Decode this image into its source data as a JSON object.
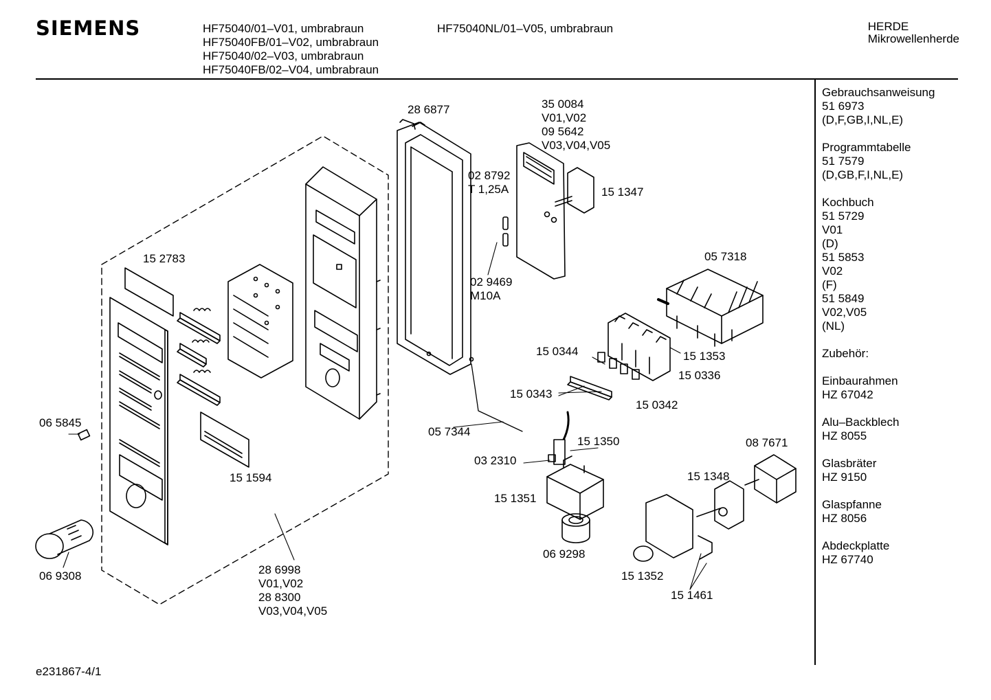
{
  "header": {
    "brand": "SIEMENS",
    "models_col1": [
      "HF75040/01–V01, umbrabraun",
      "HF75040FB/01–V02, umbrabraun",
      "HF75040/02–V03, umbrabraun",
      "HF75040FB/02–V04, umbrabraun"
    ],
    "models_col2": [
      "HF75040NL/01–V05, umbrabraun"
    ],
    "category": [
      "HERDE",
      "Mikrowellenherde"
    ]
  },
  "sidebar": [
    [
      "Gebrauchsanweisung",
      "51 6973",
      "(D,F,GB,I,NL,E)"
    ],
    [
      "Programmtabelle",
      "51 7579",
      "(D,GB,F,I,NL,E)"
    ],
    [
      "Kochbuch",
      "51 5729",
      "V01",
      "(D)",
      "51 5853",
      "V02",
      "(F)",
      "51 5849",
      "V02,V05",
      "(NL)"
    ],
    [
      "Zubehör:"
    ],
    [
      "Einbaurahmen",
      "HZ 67042"
    ],
    [
      "Alu–Backblech",
      "HZ 8055"
    ],
    [
      "Glasbräter",
      "HZ 9150"
    ],
    [
      "Glaspfanne",
      "HZ 8056"
    ],
    [
      "Abdeckplatte",
      "HZ 67740"
    ]
  ],
  "parts": {
    "p286877": "28 6877",
    "p350084": [
      "35 0084",
      "V01,V02",
      "09 5642",
      "V03,V04,V05"
    ],
    "p028792": [
      "02 8792",
      "T 1,25A"
    ],
    "p151347": "15 1347",
    "p152783": "15 2783",
    "p029469": [
      "02 9469",
      "M10A"
    ],
    "p057318": "05 7318",
    "p150344": "15 0344",
    "p151353": "15 1353",
    "p150336": "15 0336",
    "p150343": "15 0343",
    "p150342": "15 0342",
    "p065845": "06 5845",
    "p057344": "05 7344",
    "p151350": "15 1350",
    "p087671": "08 7671",
    "p032310": "03 2310",
    "p151594": "15 1594",
    "p151348": "15 1348",
    "p151351": "15 1351",
    "p069298": "06 9298",
    "p286998": [
      "28 6998",
      "V01,V02",
      "28 8300",
      "V03,V04,V05"
    ],
    "p069308": "06 9308",
    "p151352": "15 1352",
    "p151461": "15 1461"
  },
  "footer": "e231867-4/1"
}
